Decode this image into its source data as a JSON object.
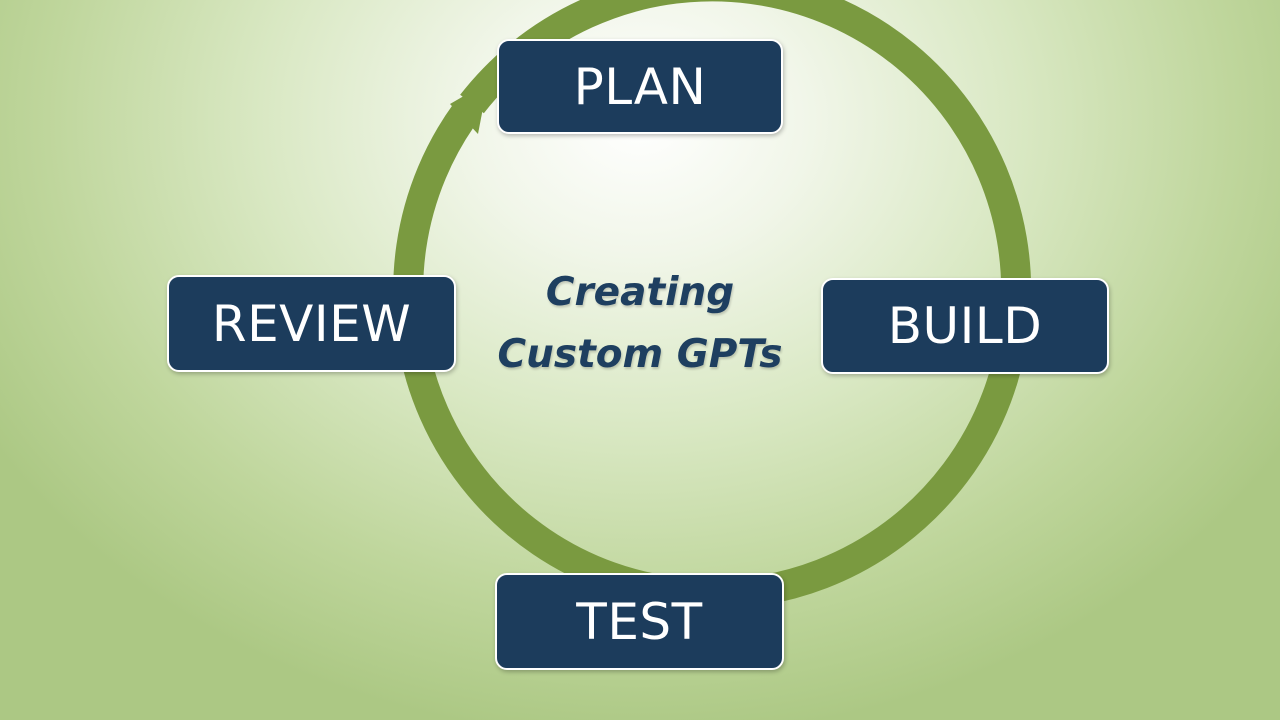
{
  "diagram": {
    "title_line1": "Creating",
    "title_line2": "Custom GPTs",
    "stages": {
      "plan": "PLAN",
      "build": "BUILD",
      "test": "TEST",
      "review": "REVIEW"
    },
    "colors": {
      "box_fill": "#1c3c5c",
      "box_border": "#ffffff",
      "box_text": "#ffffff",
      "cycle_arrow": "#7a9a40",
      "title_text": "#1e3f60"
    }
  }
}
